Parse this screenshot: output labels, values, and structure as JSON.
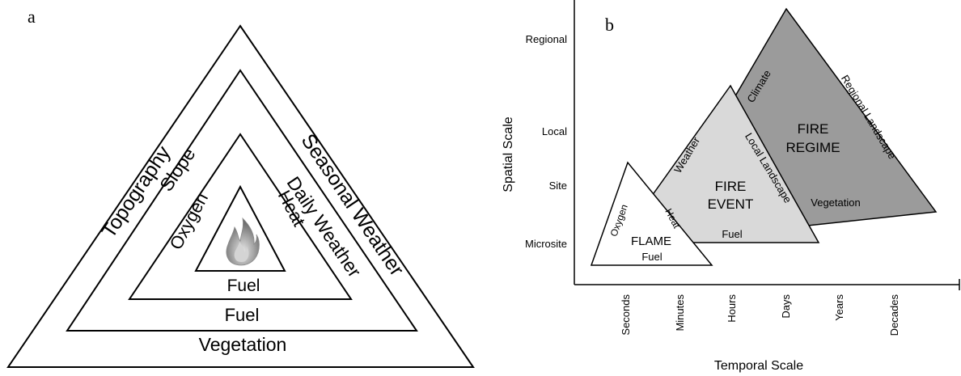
{
  "panel_a": {
    "letter": "a",
    "outer_ring": {
      "left": "Topography",
      "right": "Seasonal Weather",
      "bottom": "Vegetation"
    },
    "middle_ring": {
      "left": "Slope",
      "right": "Daily Weather",
      "bottom": "Fuel"
    },
    "inner_ring": {
      "left": "Oxygen",
      "right": "Heat",
      "bottom": "Fuel"
    },
    "center_icon": "flame-icon"
  },
  "panel_b": {
    "letter": "b",
    "y_axis": {
      "label": "Spatial Scale",
      "ticks": [
        "Regional",
        "Local",
        "Site",
        "Microsite"
      ]
    },
    "x_axis": {
      "label": "Temporal Scale",
      "ticks": [
        "Seconds",
        "Minutes",
        "Hours",
        "Days",
        "Years",
        "Decades"
      ]
    },
    "flame": {
      "title": "FLAME",
      "left": "Oxygen",
      "right": "Heat",
      "bottom": "Fuel"
    },
    "fire_event": {
      "title_line1": "FIRE",
      "title_line2": "EVENT",
      "left": "Weather",
      "right": "Local Landscape",
      "bottom": "Fuel"
    },
    "fire_regime": {
      "title_line1": "FIRE",
      "title_line2": "REGIME",
      "left": "Climate",
      "right": "Regional Landscape",
      "bottom": "Vegetation"
    },
    "colors": {
      "flame_fill": "#ffffff",
      "event_fill": "#d9d9d9",
      "regime_fill": "#9b9b9b"
    }
  }
}
